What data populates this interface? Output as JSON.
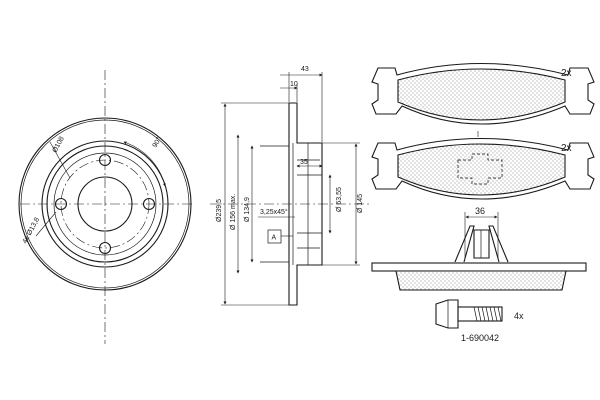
{
  "disc": {
    "dim_outer_diameter": "Ø239,5",
    "dim_center_diameter": "Ø 156 max.",
    "dim_hub": "Ø 134,9",
    "dim_pcd": "Ø108",
    "dim_bolt_hole": "4x Ø13,8",
    "dim_angle": "90°",
    "dim_width": "43",
    "dim_thickness": "10",
    "dim_hat": "35",
    "dim_bore": "Ø 63,55",
    "dim_hat_diameter": "Ø 145",
    "dim_chamfer": "3,25x45°",
    "mark_letter": "A"
  },
  "pads": {
    "qty_top": "2x",
    "qty_bottom": "2x",
    "dim_width": "36"
  },
  "bolt": {
    "qty": "4x",
    "part_number": "1-690042"
  }
}
